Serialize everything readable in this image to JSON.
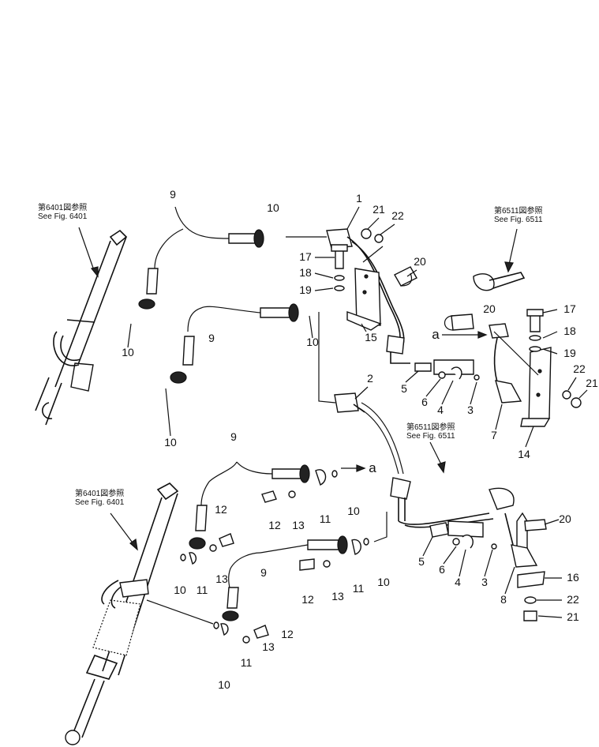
{
  "references": [
    {
      "jp": "第6401図参照",
      "en": "See  Fig. 6401"
    },
    {
      "jp": "第6511図参照",
      "en": "See  Fig. 6511"
    },
    {
      "jp": "第6511図参照",
      "en": "See  Fig. 6511"
    },
    {
      "jp": "第6401図参照",
      "en": "See  Fig. 6401"
    }
  ],
  "callouts": [
    "1",
    "21",
    "22",
    "17",
    "18",
    "19",
    "20",
    "15",
    "2",
    "10",
    "9",
    "9",
    "10",
    "10",
    "10",
    "20",
    "17",
    "18",
    "19",
    "22",
    "21",
    "5",
    "6",
    "4",
    "3",
    "7",
    "14",
    "9",
    "10",
    "12",
    "13",
    "11",
    "12",
    "13",
    "11",
    "10",
    "9",
    "12",
    "13",
    "11",
    "10",
    "20",
    "5",
    "6",
    "4",
    "3",
    "8",
    "16",
    "22",
    "21",
    "13",
    "12",
    "11",
    "10"
  ],
  "arrow_marks": [
    "a",
    "a"
  ]
}
